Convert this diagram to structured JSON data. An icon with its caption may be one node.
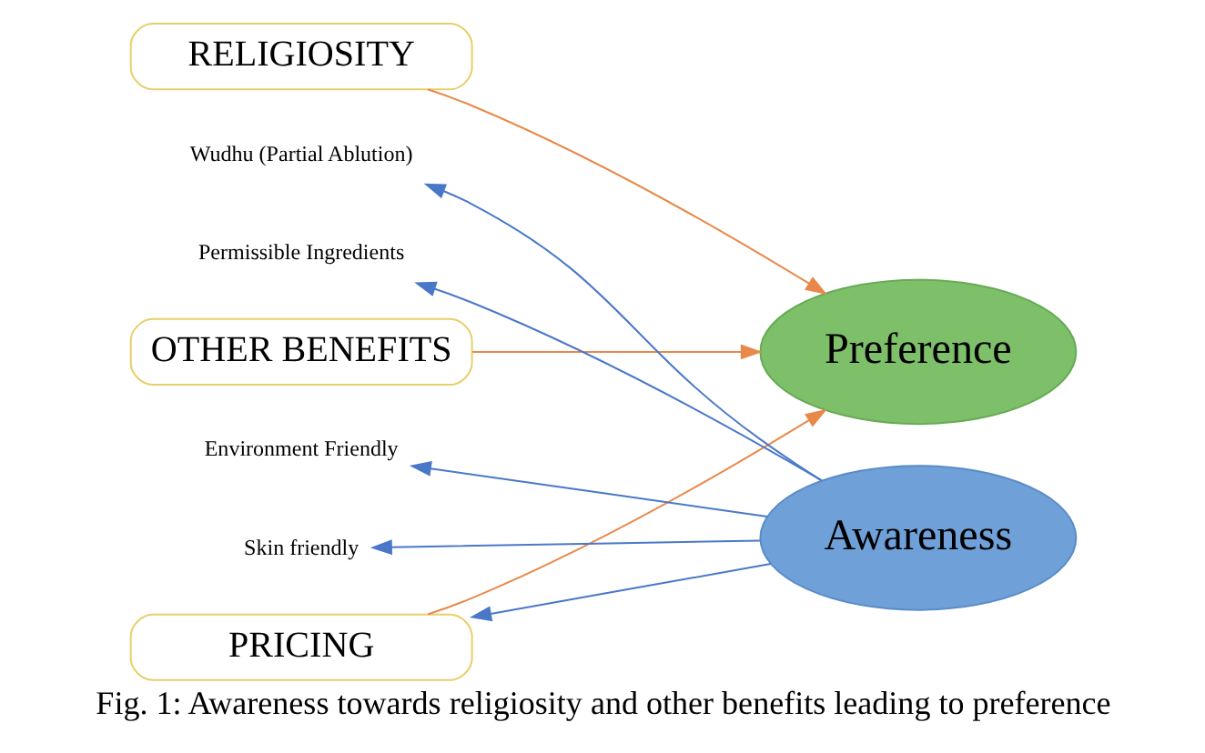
{
  "diagram": {
    "caption": "Fig. 1: Awareness towards religiosity and other benefits leading to preference",
    "nodes": [
      {
        "text": [
          "RELIGIOSITY"
        ]
      },
      {
        "text": [
          "Wudhu (Partial Ablution)"
        ]
      },
      {
        "text": [
          "Permissible Ingredients"
        ]
      },
      {
        "text": [
          "OTHER BENEFITS"
        ]
      },
      {
        "text": [
          "Environment Friendly"
        ]
      },
      {
        "text": [
          "Skin friendly"
        ]
      },
      {
        "text": [
          "PRICING"
        ]
      },
      {
        "text": [
          "Awareness"
        ]
      },
      {
        "text": [
          "Preference"
        ]
      }
    ],
    "edges": [
      {
        "from": 7,
        "to": 1,
        "arrow": "to"
      },
      {
        "from": 7,
        "to": 2,
        "arrow": "to"
      },
      {
        "from": 7,
        "to": 4,
        "arrow": "to"
      },
      {
        "from": 7,
        "to": 5,
        "arrow": "to"
      },
      {
        "from": 7,
        "to": 6,
        "arrow": "to"
      },
      {
        "from": 0,
        "to": 8,
        "arrow": "to",
        "color": "#e8894a"
      },
      {
        "from": 3,
        "to": 8,
        "arrow": "to",
        "color": "#e8894a"
      },
      {
        "from": 6,
        "to": 8,
        "arrow": "to",
        "color": "#e8894a"
      }
    ]
  }
}
